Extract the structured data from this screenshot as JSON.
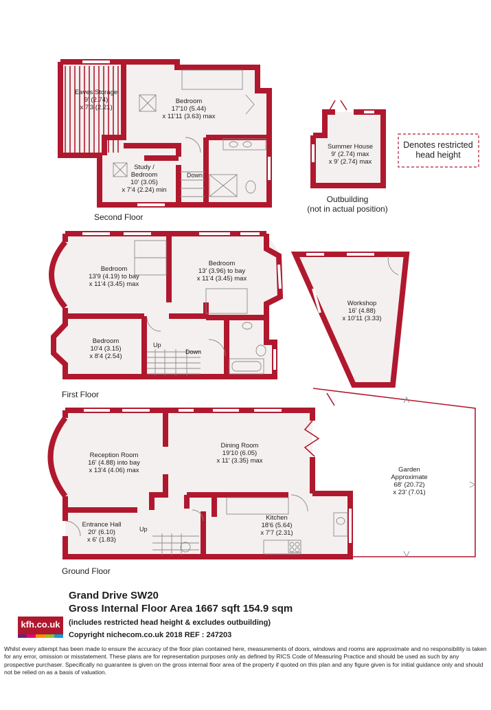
{
  "rooms": {
    "eaves": [
      "Eaves Storage",
      "9' (2.74)",
      "x 7'3 (2.21)"
    ],
    "bedroom_second": [
      "Bedroom",
      "17'10 (5.44)",
      "x 11'11 (3.63) max"
    ],
    "study": [
      "Study /",
      "Bedroom",
      "10' (3.05)",
      "x 7'4 (2.24) min"
    ],
    "summer_house": [
      "Summer House",
      "9' (2.74) max",
      "x 9' (2.74) max"
    ],
    "bedroom_first_left": [
      "Bedroom",
      "13'9 (4.19) to bay",
      "x 11'4 (3.45) max"
    ],
    "bedroom_first_right": [
      "Bedroom",
      "13' (3.96) to bay",
      "x 11'4 (3.45) max"
    ],
    "bedroom_first_small": [
      "Bedroom",
      "10'4 (3.15)",
      "x 8'4 (2.54)"
    ],
    "workshop": [
      "Workshop",
      "16' (4.88)",
      "x 10'11 (3.33)"
    ],
    "reception": [
      "Reception Room",
      "16' (4.88) into bay",
      "x 13'4 (4.06) max"
    ],
    "dining": [
      "Dining Room",
      "19'10 (6.05)",
      "x 11' (3.35) max"
    ],
    "garden": [
      "Garden",
      "Approximate",
      "68' (20.72)",
      "x 23' (7.01)"
    ],
    "kitchen": [
      "Kitchen",
      "18'6 (5.64)",
      "x 7'7 (2.31)"
    ],
    "entrance": [
      "Entrance Hall",
      "20' (6.10)",
      "x 6' (1.83)"
    ]
  },
  "stair_labels": {
    "down_second": "Down",
    "up_first": "Up",
    "down_first": "Down",
    "up_ground": "Up"
  },
  "floors": {
    "second": "Second Floor",
    "first": "First Floor",
    "ground": "Ground Floor"
  },
  "outbuilding": [
    "Outbuilding",
    "(not in actual position)"
  ],
  "legend": [
    "Denotes restricted",
    "head height"
  ],
  "colors": {
    "wall": "#b0182e",
    "floor": "#f4f0ef",
    "logo_bar": [
      "#6d2077",
      "#e4007c",
      "#f29100",
      "#95c11f",
      "#009fe3"
    ]
  },
  "info": {
    "address": "Grand Drive SW20",
    "gia": "Gross Internal Floor Area 1667 sqft 154.9 sqm",
    "note": "(includes restricted head height & excludes outbuilding)",
    "copyright": "Copyright nichecom.co.uk 2018 REF : 247203",
    "logo": "kfh.co.uk",
    "disclaimer": "Whilst every attempt has been made to ensure the accuracy of the floor plan contained here, measurements of doors, windows and rooms are approximate and no responsibility is taken for any error, omission or misstatement.  These plans are for representation purposes only as defined by RICS Code of Measuring Practice and should be used as such by any prospective purchaser.  Specifically no guarantee is given on the gross internal floor area of the property if quoted on this plan and any figure given is for initial guidance only and should not be relied on as a basis of valuation."
  }
}
